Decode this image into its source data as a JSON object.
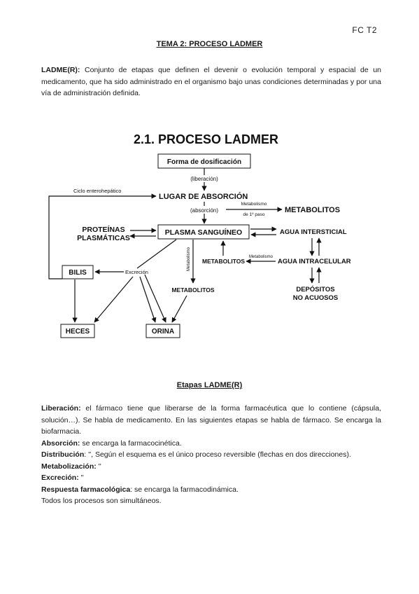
{
  "header": {
    "code": "FC T2"
  },
  "title": "TEMA 2: PROCESO LADMER",
  "intro": {
    "term": "LADME(R):",
    "text": "Conjunto de etapas que definen el devenir o evolución temporal y espacial de un medicamento, que ha sido administrado en el organismo bajo unas condiciones determinadas y por una vía de administración definida."
  },
  "diagram": {
    "title": "2.1. PROCESO LADMER",
    "nodes": {
      "forma": "Forma de dosificación",
      "liberacion": "(liberación)",
      "lugar": "LUGAR DE ABSORCIÓN",
      "absorcion": "(absorción)",
      "metabolismo_1": "Metabolismo",
      "metabolismo_2": "de 1º paso",
      "metabolitos_top": "METABOLITOS",
      "ciclo": "Ciclo enterohepático",
      "proteinas_1": "PROTEÍNAS",
      "proteinas_2": "PLASMÁTICAS",
      "plasma": "PLASMA SANGUÍNEO",
      "agua_int": "AGUA INTERSTICIAL",
      "bilis": "BILIS",
      "excrecion": "Excreción",
      "metabolismo_v": "Metabolismo",
      "metabolitos_mid": "METABOLITOS",
      "metabolismo_s": "Metabolismo",
      "agua_intra": "AGUA INTRACELULAR",
      "metabolitos_low": "METABOLITOS",
      "depositos_1": "DEPÓSITOS",
      "depositos_2": "NO ACUOSOS",
      "heces": "HECES",
      "orina": "ORINA"
    }
  },
  "stages_title": "Etapas LADME(R)",
  "stages": [
    {
      "term": "Liberación:",
      "text": " el fármaco tiene que liberarse de la forma farmacéutica que lo contiene (cápsula, solución…). Se habla de medicamento. En las siguientes etapas se habla de fármaco. Se encarga la biofarmacia."
    },
    {
      "term": "Absorción:",
      "text": " se encarga la farmacocinética."
    },
    {
      "term": "Distribución",
      "text": ": '', Según el esquema es el único proceso reversible (flechas en dos direcciones)."
    },
    {
      "term": "Metabolización:",
      "text": " ''"
    },
    {
      "term": "Excreción:",
      "text": " ''"
    },
    {
      "term": "Respuesta farmacológica",
      "text": ": se encarga la farmacodinámica."
    },
    {
      "term": "",
      "text": "Todos los procesos son simultáneos."
    }
  ]
}
